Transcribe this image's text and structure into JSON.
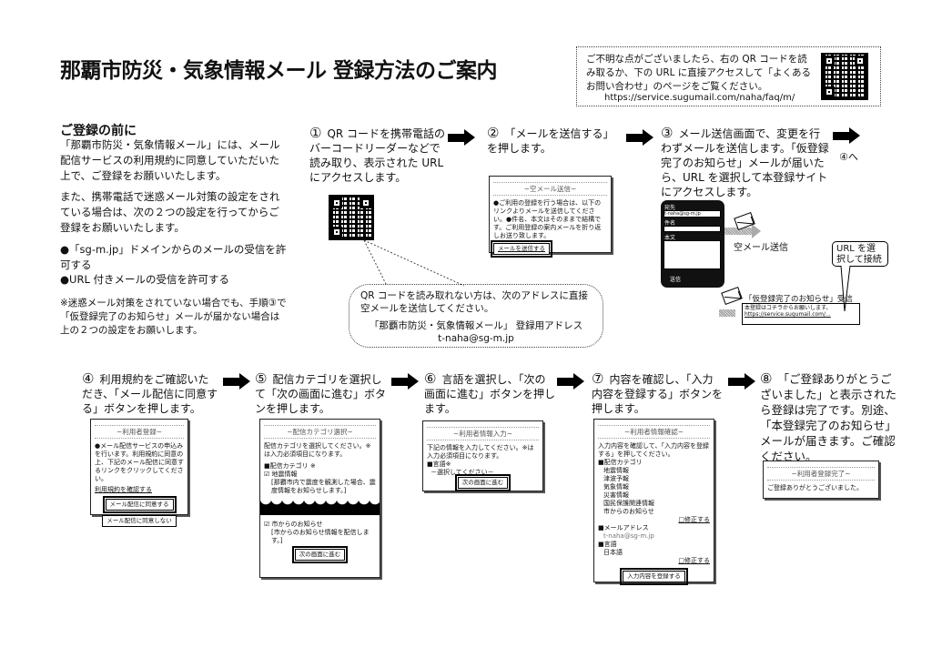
{
  "title": "那覇市防災・気象情報メール 登録方法のご案内",
  "faq": {
    "text": "ご不明な点がございましたら、右の QR コードを読み取るか、下の URL に直接アクセスして「よくあるお問い合わせ」のページをご覧ください。",
    "url": "https://service.sugumail.com/naha/faq/m/"
  },
  "intro": {
    "heading": "ご登録の前に",
    "para1": "「那覇市防災・気象情報メール」には、メール配信サービスの利用規約に同意していただいた上で、ご登録をお願いいたします。",
    "para2": "また、携帯電話で迷惑メール対策の設定をされている場合は、次の２つの設定を行ってからご登録をお願いいたします。",
    "bullet1": "●「sg-m.jp」ドメインからのメールの受信を許可する",
    "bullet2": "●URL 付きメールの受信を許可する",
    "note": "※迷惑メール対策をされていない場合でも、手順③で「仮登録完了のお知らせ」メールが届かない場合は上の２つの設定をお願いします。"
  },
  "steps": [
    {
      "num": "①",
      "text": "QR コードを携帯電話のバーコードリーダーなどで読み取り、表示された URL にアクセスします。"
    },
    {
      "num": "②",
      "text": "「メールを送信する」を押します。"
    },
    {
      "num": "③",
      "text": "メール送信画面で、変更を行わずメールを送信します。「仮登録完了のお知らせ」メールが届いたら、URL を選択して本登録サイトにアクセスします。"
    },
    {
      "num": "④",
      "text": "利用規約をご確認いただき、「メール配信に同意する」ボタンを押します。"
    },
    {
      "num": "⑤",
      "text": "配信カテゴリを選択して「次の画面に進む」ボタンを押します。"
    },
    {
      "num": "⑥",
      "text": "言語を選択し、「次の画面に進む」ボタンを押します。"
    },
    {
      "num": "⑦",
      "text": "内容を確認し、「入力内容を登録する」ボタンを押します。"
    },
    {
      "num": "⑧",
      "text": "「ご登録ありがとうございました」と表示されたら登録は完了です。別途、「本登録完了のお知らせ」メールが届きます。ご確認ください。"
    }
  ],
  "goto4": "④へ",
  "bubble": {
    "line1": "QR コードを読み取れない方は、次のアドレスに直接空メールを送信してください。",
    "label": "「那覇市防災・気象情報メール」 登録用アドレス",
    "address": "t-naha@sg-m.jp"
  },
  "screen2": {
    "header": "~空メール送信~",
    "body": "●ご利用の登録を行う場合は、以下のリンクよりメールを送信してください。●件名、本文はそのままで結構です。ご利用登録の案内メールを折り返しお送り致します。",
    "button": "メールを送信する"
  },
  "screen3": {
    "to_label": "宛先",
    "to_value": "t-naha@sg-m.jp",
    "subject_label": "件名",
    "body_label": "本文",
    "send": "送信",
    "empty_mail": "空メール送信",
    "callout": "URL を選択して接続",
    "received": "「仮登録完了のお知らせ」受信",
    "mail_text": "本登録はコチラからお願いします。",
    "mail_link": "https://service.sugumail.com/..."
  },
  "screen4": {
    "header": "~利用者登録~",
    "body": "●メール配信サービスの申込みを行います。利用規約に同意の上、下記のメール配信に同意するリンクをクリックしてください。",
    "terms_link": "利用規約を確認する",
    "agree": "メール配信に同意する",
    "disagree": "メール配信に同意しない"
  },
  "screen5": {
    "header": "~配信カテゴリ選択~",
    "body": "配信カテゴリを選択してください。※は入力必須項目になります。",
    "category": "■配信カテゴリ ※",
    "item1": "☑ 地震情報",
    "item1_desc": "[那覇市内で震度を観測した場合、震度情報をお知らせします。]",
    "item2": "☑ 市からのお知らせ",
    "item2_desc": "[市からのお知らせ情報を配信します。]",
    "next": "次の画面に進む"
  },
  "screen6": {
    "header": "~利用者情報入力~",
    "body": "下記の情報を入力してください。※は入力必須項目になります。",
    "lang": "■言語※",
    "select": "－選択してください－",
    "next": "次の画面に進む"
  },
  "screen7": {
    "header": "~利用者情報確認~",
    "body": "入力内容を確認して、「入力内容を登録する」を押してください。",
    "category": "■配信カテゴリ",
    "items": [
      "地震情報",
      "津波予報",
      "気象情報",
      "災害情報",
      "国民保護関連情報",
      "市からのお知らせ"
    ],
    "edit": "□修正する",
    "mail": "■メールアドレス",
    "mail_value": "t-naha@sg-m.jp",
    "lang": "■言語",
    "lang_value": "日本語",
    "register": "入力内容を登録する"
  },
  "screen8": {
    "header": "~利用者登録完了~",
    "body": "ご登録ありがとうございました。"
  }
}
